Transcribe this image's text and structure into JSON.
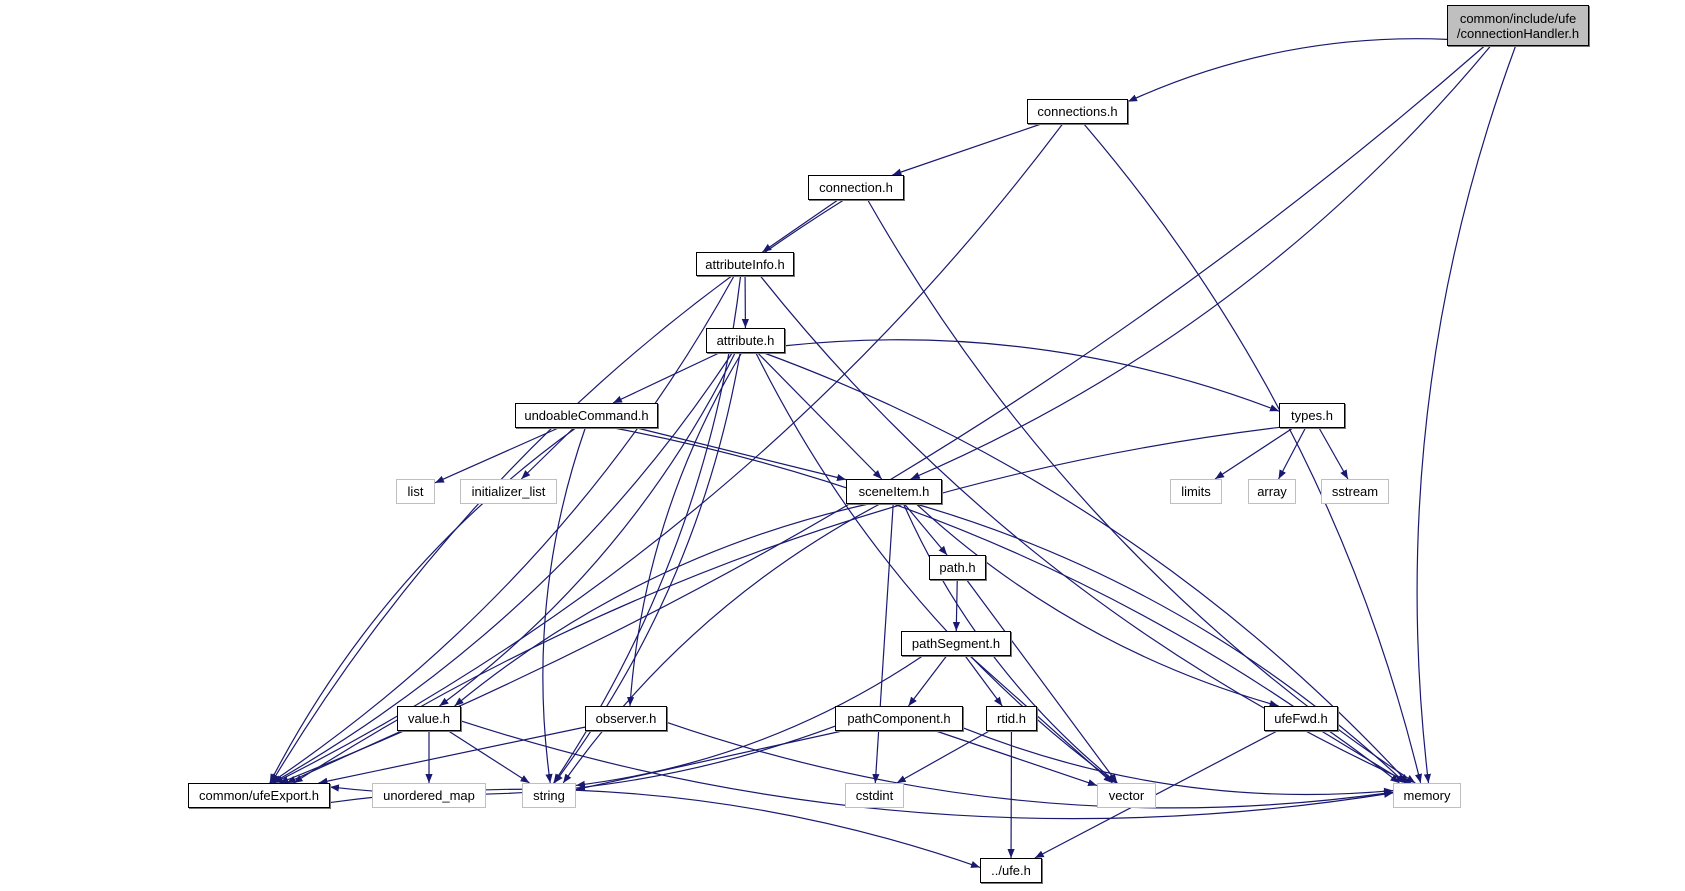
{
  "title": "common/include/ufe/connectionHandler.h include dependency graph",
  "colors": {
    "edge": "#191970",
    "root_fill": "#bfbfbf",
    "external_border": "#bfbfbf",
    "node_border": "#000000"
  },
  "nodes": {
    "connectionHandler": {
      "label_line1": "common/include/ufe",
      "label_line2": "/connectionHandler.h",
      "kind": "root"
    },
    "connections": {
      "label": "connections.h",
      "kind": "doc"
    },
    "connection": {
      "label": "connection.h",
      "kind": "doc"
    },
    "attributeInfo": {
      "label": "attributeInfo.h",
      "kind": "doc"
    },
    "attribute": {
      "label": "attribute.h",
      "kind": "doc"
    },
    "undoableCommand": {
      "label": "undoableCommand.h",
      "kind": "doc"
    },
    "types": {
      "label": "types.h",
      "kind": "doc"
    },
    "list": {
      "label": "list",
      "kind": "external"
    },
    "initializer_list": {
      "label": "initializer_list",
      "kind": "external"
    },
    "sceneItem": {
      "label": "sceneItem.h",
      "kind": "doc"
    },
    "limits": {
      "label": "limits",
      "kind": "external"
    },
    "array": {
      "label": "array",
      "kind": "external"
    },
    "sstream": {
      "label": "sstream",
      "kind": "external"
    },
    "path": {
      "label": "path.h",
      "kind": "doc"
    },
    "pathSegment": {
      "label": "pathSegment.h",
      "kind": "doc"
    },
    "value": {
      "label": "value.h",
      "kind": "doc"
    },
    "observer": {
      "label": "observer.h",
      "kind": "doc"
    },
    "pathComponent": {
      "label": "pathComponent.h",
      "kind": "doc"
    },
    "rtid": {
      "label": "rtid.h",
      "kind": "doc"
    },
    "ufeFwd": {
      "label": "ufeFwd.h",
      "kind": "doc"
    },
    "ufeExport": {
      "label": "common/ufeExport.h",
      "kind": "doc"
    },
    "unordered_map": {
      "label": "unordered_map",
      "kind": "external"
    },
    "string": {
      "label": "string",
      "kind": "external"
    },
    "cstdint": {
      "label": "cstdint",
      "kind": "external"
    },
    "vector": {
      "label": "vector",
      "kind": "external"
    },
    "memory": {
      "label": "memory",
      "kind": "external"
    },
    "ufe": {
      "label": "../ufe.h",
      "kind": "doc"
    }
  },
  "edges": [
    [
      "connectionHandler",
      "ufeExport"
    ],
    [
      "connectionHandler",
      "connections"
    ],
    [
      "connectionHandler",
      "sceneItem"
    ],
    [
      "connectionHandler",
      "memory"
    ],
    [
      "connections",
      "ufeExport"
    ],
    [
      "connections",
      "connection"
    ],
    [
      "connections",
      "memory"
    ],
    [
      "connection",
      "ufeExport"
    ],
    [
      "connection",
      "attributeInfo"
    ],
    [
      "connection",
      "memory"
    ],
    [
      "attributeInfo",
      "ufeExport"
    ],
    [
      "attributeInfo",
      "attribute"
    ],
    [
      "attributeInfo",
      "string"
    ],
    [
      "attributeInfo",
      "memory"
    ],
    [
      "attribute",
      "ufeExport"
    ],
    [
      "attribute",
      "undoableCommand"
    ],
    [
      "attribute",
      "types"
    ],
    [
      "attribute",
      "sceneItem"
    ],
    [
      "attribute",
      "value"
    ],
    [
      "attribute",
      "observer"
    ],
    [
      "attribute",
      "string"
    ],
    [
      "attribute",
      "vector"
    ],
    [
      "attribute",
      "memory"
    ],
    [
      "undoableCommand",
      "ufeExport"
    ],
    [
      "undoableCommand",
      "list"
    ],
    [
      "undoableCommand",
      "initializer_list"
    ],
    [
      "undoableCommand",
      "sceneItem"
    ],
    [
      "undoableCommand",
      "string"
    ],
    [
      "undoableCommand",
      "memory"
    ],
    [
      "types",
      "ufeExport"
    ],
    [
      "types",
      "limits"
    ],
    [
      "types",
      "array"
    ],
    [
      "types",
      "sstream"
    ],
    [
      "sceneItem",
      "value"
    ],
    [
      "sceneItem",
      "path"
    ],
    [
      "sceneItem",
      "string"
    ],
    [
      "sceneItem",
      "cstdint"
    ],
    [
      "sceneItem",
      "vector"
    ],
    [
      "sceneItem",
      "memory"
    ],
    [
      "sceneItem",
      "ufeFwd"
    ],
    [
      "path",
      "pathSegment"
    ],
    [
      "path",
      "vector"
    ],
    [
      "pathSegment",
      "pathComponent"
    ],
    [
      "pathSegment",
      "rtid"
    ],
    [
      "pathSegment",
      "string"
    ],
    [
      "pathSegment",
      "vector"
    ],
    [
      "value",
      "ufeExport"
    ],
    [
      "value",
      "unordered_map"
    ],
    [
      "value",
      "string"
    ],
    [
      "value",
      "memory"
    ],
    [
      "observer",
      "ufeExport"
    ],
    [
      "observer",
      "memory"
    ],
    [
      "pathComponent",
      "ufeExport"
    ],
    [
      "pathComponent",
      "string"
    ],
    [
      "pathComponent",
      "vector"
    ],
    [
      "pathComponent",
      "memory"
    ],
    [
      "rtid",
      "cstdint"
    ],
    [
      "rtid",
      "ufe"
    ],
    [
      "ufeFwd",
      "memory"
    ],
    [
      "ufeFwd",
      "ufe"
    ],
    [
      "ufeExport",
      "ufe"
    ]
  ]
}
